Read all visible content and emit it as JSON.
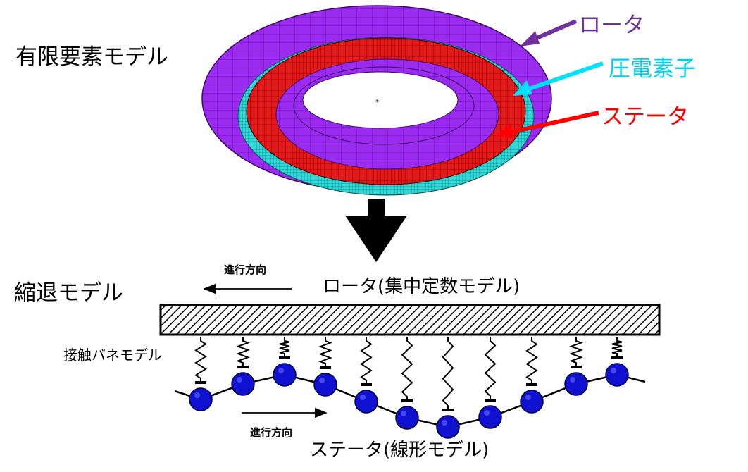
{
  "labels": {
    "fem_model": "有限要素モデル",
    "reduced_model": "縮退モデル",
    "rotor": "ロータ",
    "piezo": "圧電素子",
    "stator": "ステータ",
    "rotor_lumped": "ロータ(集中定数モデル)",
    "stator_linear": "ステータ(線形モデル)",
    "contact_spring": "接触バネモデル",
    "travel_direction_top": "進行方向",
    "travel_direction_bottom": "進行方向"
  },
  "colors": {
    "rotor": "#8a1ee0",
    "piezo": "#20d0d0",
    "stator": "#e81010",
    "rotor_label": "#7030a0",
    "piezo_label": "#00d0f0",
    "stator_label": "#ff0000",
    "node": "#1010d0"
  }
}
